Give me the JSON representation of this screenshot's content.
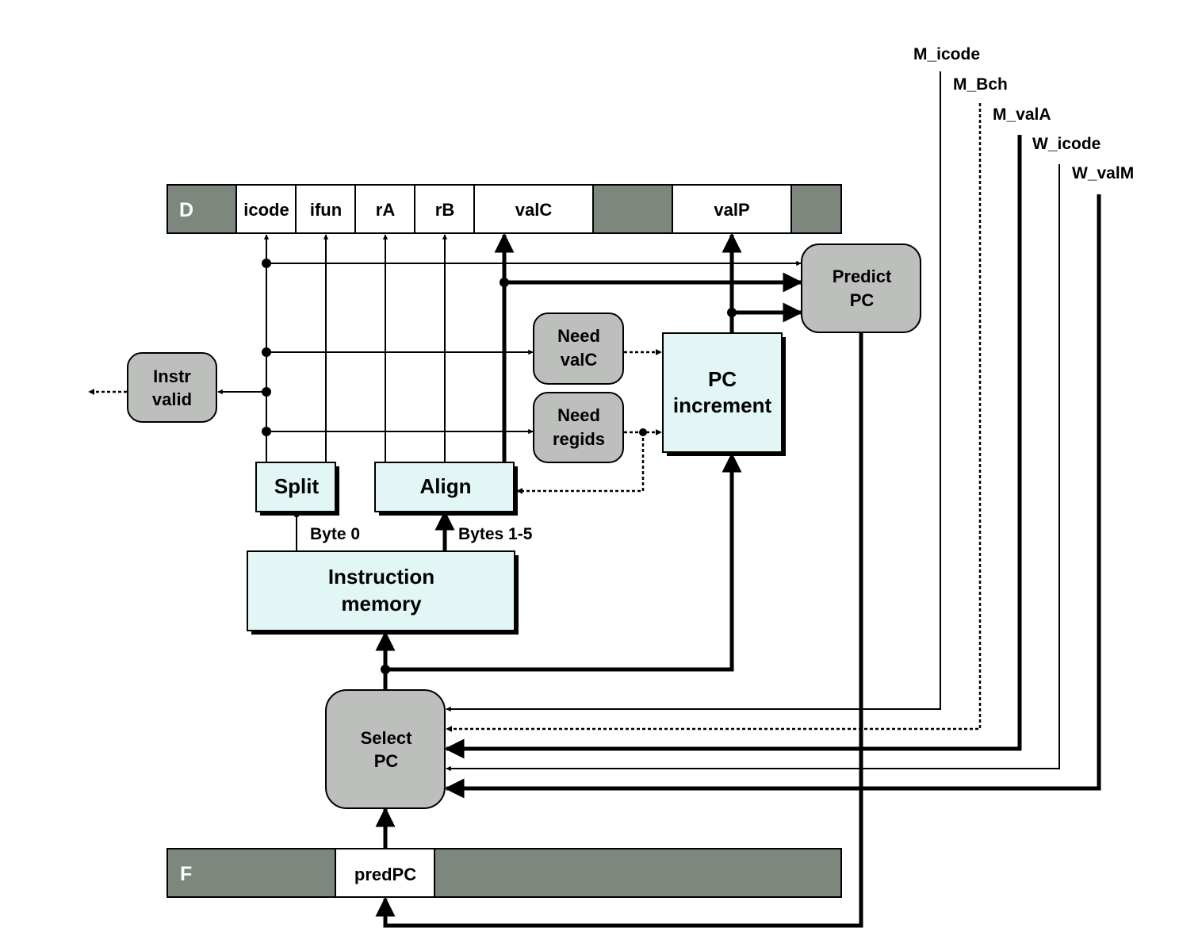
{
  "pipeline_registers": {
    "decode": {
      "label": "D",
      "fields": [
        "icode",
        "ifun",
        "rA",
        "rB",
        "valC",
        "valP"
      ]
    },
    "fetch": {
      "label": "F",
      "fields": [
        "predPC"
      ]
    }
  },
  "hardware_blocks": {
    "split": "Split",
    "align": "Align",
    "instruction_memory": [
      "Instruction",
      "memory"
    ],
    "pc_increment": [
      "PC",
      "increment"
    ]
  },
  "logic_blocks": {
    "predict_pc": [
      "Predict",
      "PC"
    ],
    "need_valc": [
      "Need",
      "valC"
    ],
    "need_regids": [
      "Need",
      "regids"
    ],
    "instr_valid": [
      "Instr",
      "valid"
    ],
    "select_pc": [
      "Select",
      "PC"
    ]
  },
  "signal_labels": {
    "byte0": "Byte 0",
    "bytes1_5": "Bytes 1-5"
  },
  "feedback_signals": [
    "M_icode",
    "M_Bch",
    "M_valA",
    "W_icode",
    "W_valM"
  ],
  "colors": {
    "register_dark": "#7d877d",
    "hardware": "#e2f6f6",
    "logic": "#bcbfbc"
  }
}
